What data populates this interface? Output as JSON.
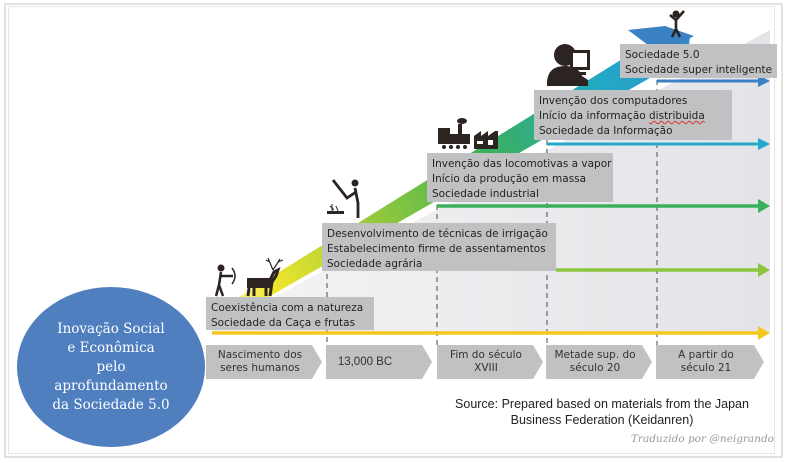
{
  "diagram": {
    "center_circle": {
      "lines": [
        "Inovação Social",
        "e Econômica",
        "pelo",
        "aprofundamento",
        "da Sociedade 5.0"
      ],
      "color": "#4f7fbf"
    },
    "stages": [
      {
        "id": "hunting",
        "icon": "hunter-and-deer-icon",
        "lines": [
          "Coexistência com a natureza",
          "Sociedade da Caça e frutas"
        ],
        "arrow_color": "#f4c81e"
      },
      {
        "id": "agrarian",
        "icon": "farmer-icon",
        "lines": [
          "Desenvolvimento de técnicas de irrigação",
          "Estabelecimento firme de assentamentos",
          "Sociedade agrária"
        ],
        "arrow_color": "#8cc63e"
      },
      {
        "id": "industrial",
        "icon": "locomotive-factory-icon",
        "lines": [
          "Invenção das locomotivas a vapor",
          "Início da produção em massa",
          "Sociedade industrial"
        ],
        "arrow_color": "#3bb05a"
      },
      {
        "id": "information",
        "icon": "person-computer-icon",
        "lines": [
          "Invenção dos computadores",
          "Início da informação distribuida",
          "Sociedade da Informação"
        ],
        "arrow_color": "#22a9c9"
      },
      {
        "id": "society5",
        "icon": "cheering-person-icon",
        "lines": [
          "Sociedade 5.0",
          "Sociedade super inteligente"
        ],
        "arrow_color": "#3b82c4"
      }
    ],
    "timeline": [
      [
        "Nascimento dos",
        "seres humanos"
      ],
      [
        "13,000 BC"
      ],
      [
        "Fim do século",
        "XVIII"
      ],
      [
        "Metade sup. do",
        "século 20"
      ],
      [
        "A partir do",
        "século 21"
      ]
    ],
    "source": [
      "Source: Prepared based on materials from the Japan",
      "Business Federation (Keidanren)"
    ],
    "credit": "Traduzido por @neigrando"
  }
}
